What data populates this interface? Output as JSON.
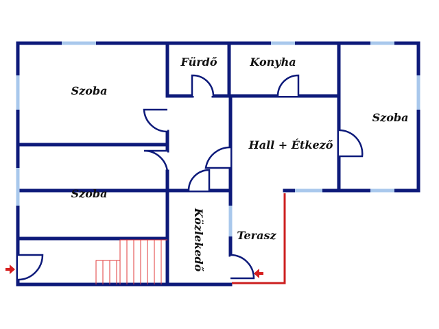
{
  "rooms": {
    "szoba_nw": "Szoba",
    "szoba_sw": "Szoba",
    "szoba_e": "Szoba",
    "furdo": "Fürdő",
    "konyha": "Konyha",
    "hall": "Hall + Étkező",
    "terasz": "Terasz",
    "kozlekedo": "Közlekedő"
  },
  "colors": {
    "wall": "#0d1a7a",
    "window": "#a9c8ec",
    "stairs": "#e03a3a",
    "terrace_edge": "#cc1f1f",
    "entrance_arrow": "#d61f1f"
  }
}
